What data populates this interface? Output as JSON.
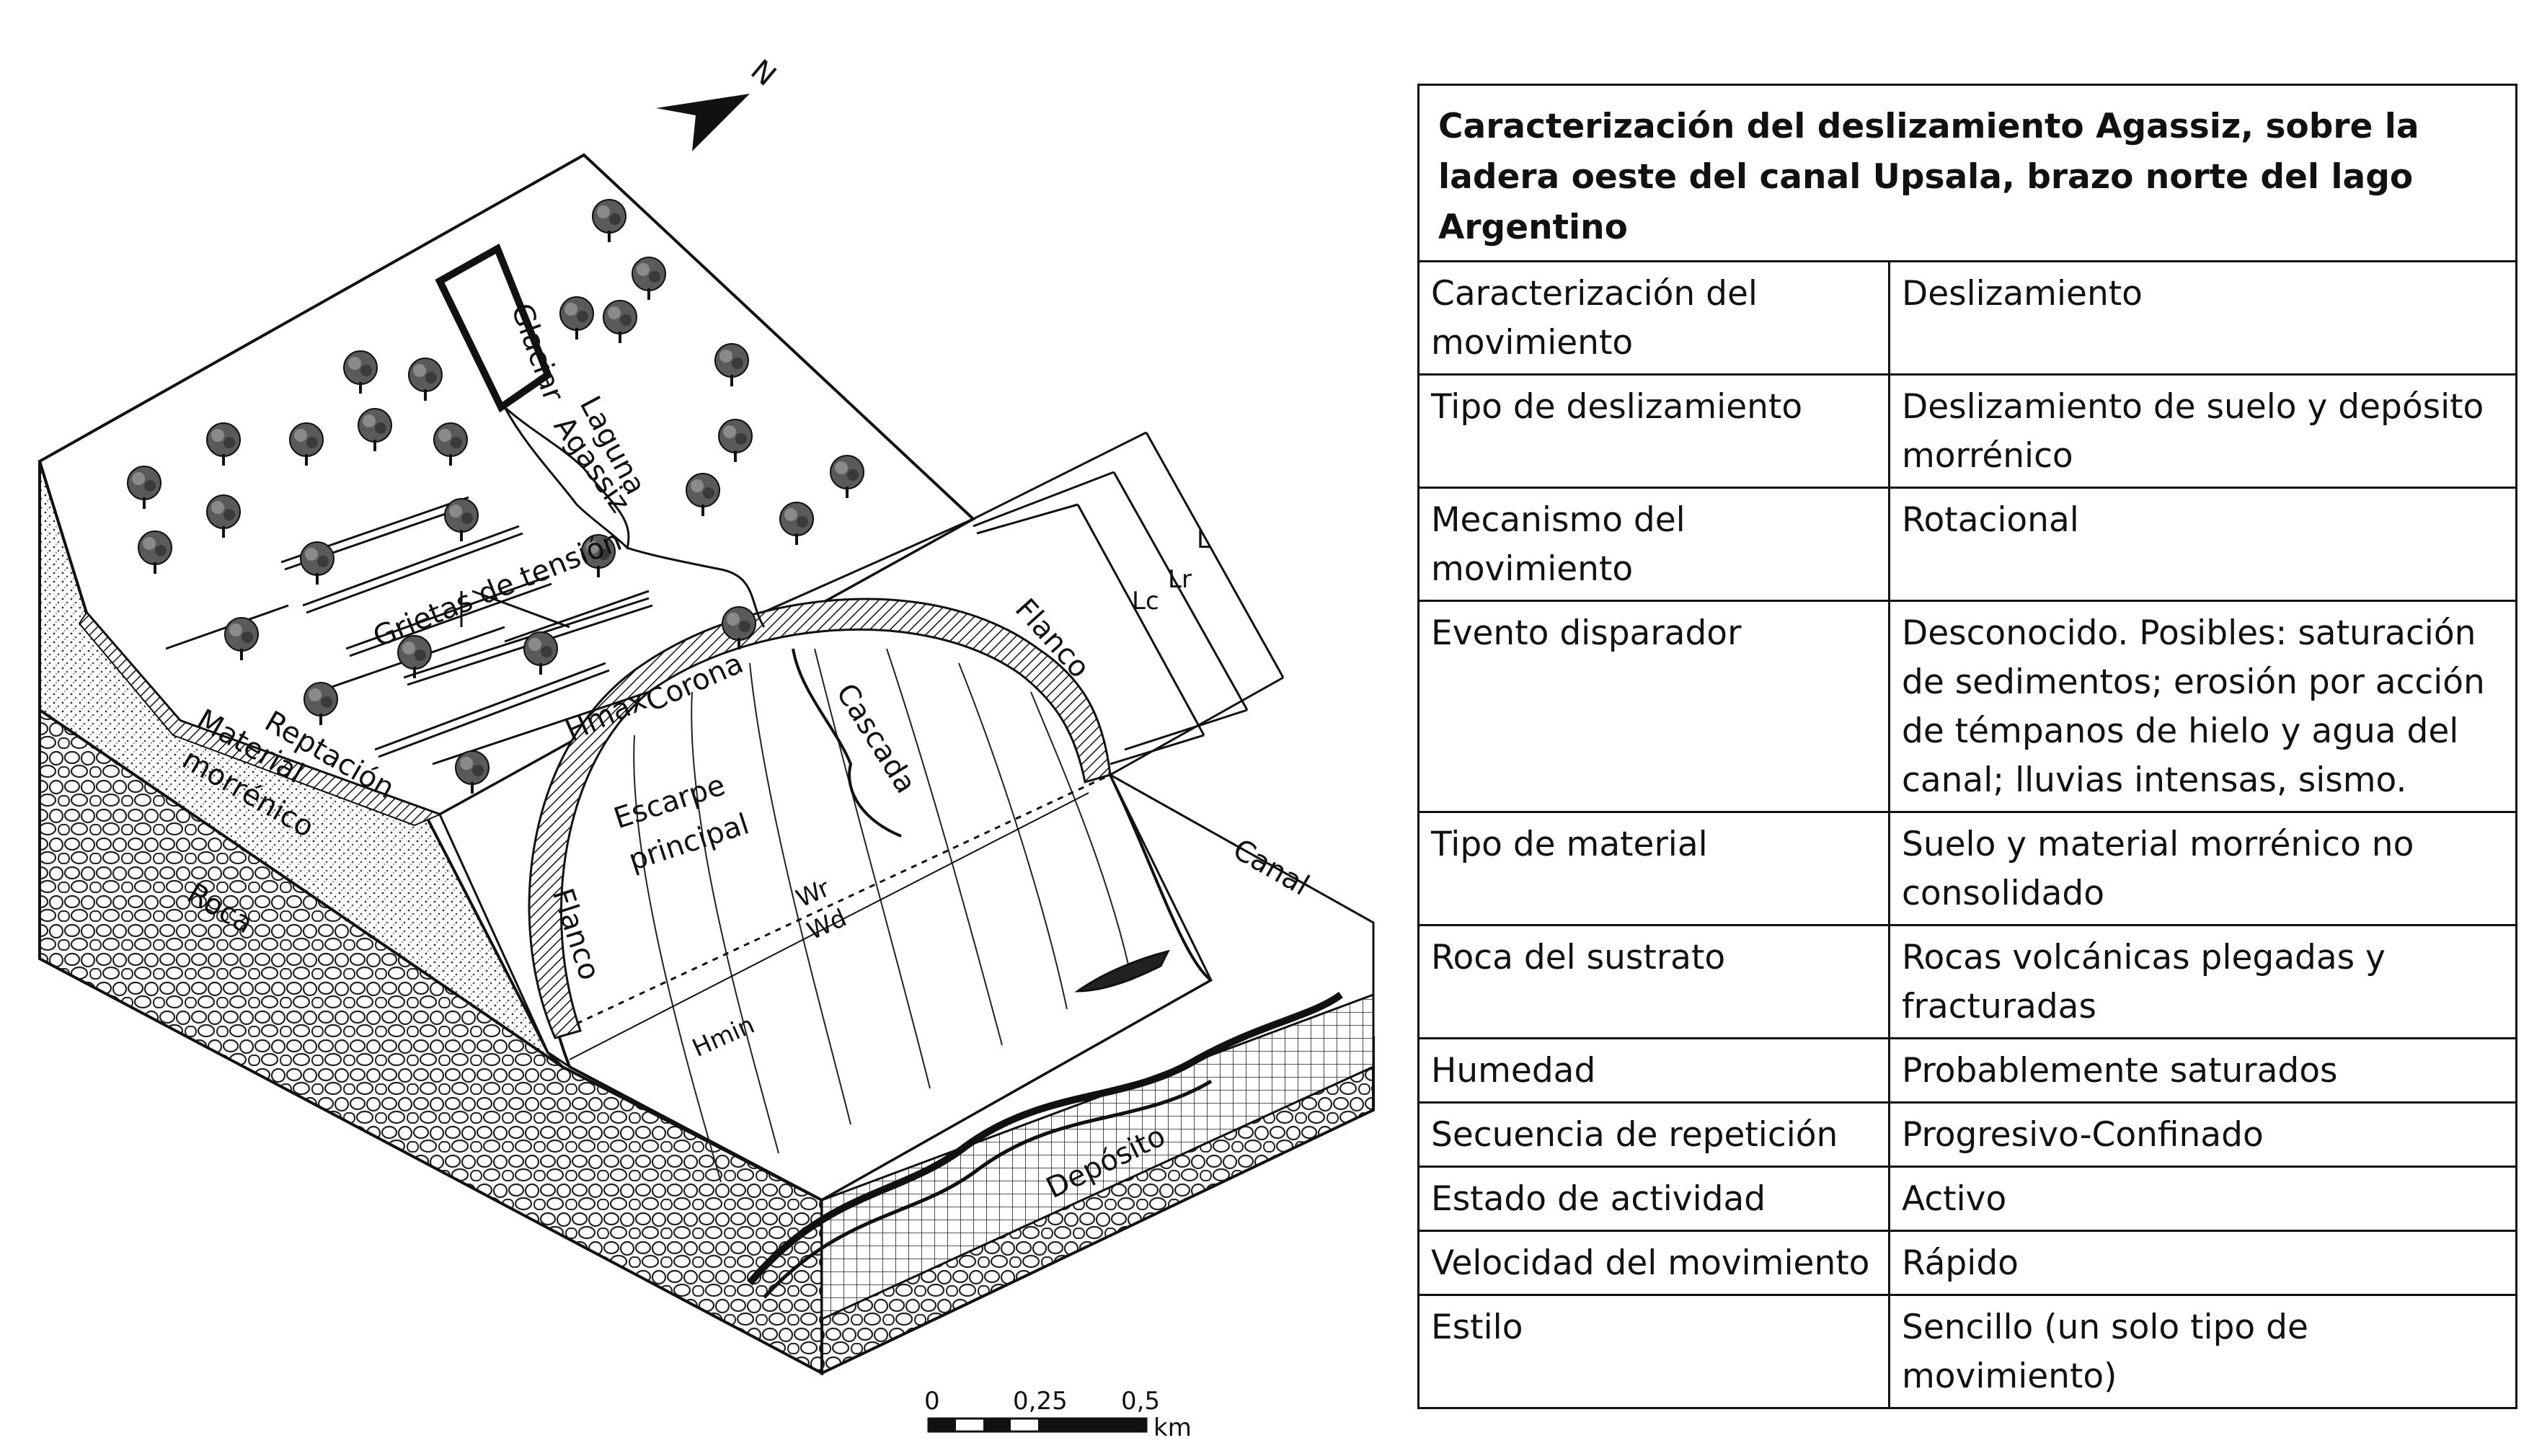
{
  "diagram": {
    "north": "N",
    "labels": {
      "glaciar": "Glaciar",
      "laguna": "Laguna",
      "agassiz": "Agassiz",
      "grietas": "Grietas de tensión",
      "corona": "Corona",
      "hmax": "Hmax",
      "reptacion": "Reptación",
      "material1": "Material",
      "material2": "morrénico",
      "roca": "Roca",
      "escarpe1": "Escarpe",
      "escarpe2": "principal",
      "cascada": "Cascada",
      "flanco_right": "Flanco",
      "flanco_left": "Flanco",
      "wr": "Wr",
      "wd": "Wd",
      "hmin": "Hmin",
      "canal": "Canal",
      "deposito": "Depósito",
      "l": "L",
      "lr": "Lr",
      "lc": "Lc"
    },
    "scale": {
      "t0": "0",
      "t1": "0,25",
      "t2": "0,5",
      "unit": "km"
    }
  },
  "table": {
    "title": "Caracterización del deslizamiento Agassiz, sobre la ladera oeste del canal Upsala, brazo norte del lago Argentino",
    "rows": [
      {
        "key": "Caracterización del movimiento",
        "value": "Deslizamiento"
      },
      {
        "key": "Tipo de deslizamiento",
        "value": "Deslizamiento de suelo y depósito morrénico"
      },
      {
        "key": "Mecanismo del movimiento",
        "value": "Rotacional"
      },
      {
        "key": "Evento disparador",
        "value": "Desconocido. Posibles: saturación de sedimentos; erosión por acción de témpanos de hielo y agua del canal; lluvias intensas, sismo."
      },
      {
        "key": "Tipo de material",
        "value": "Suelo y material morrénico no consolidado"
      },
      {
        "key": "Roca del sustrato",
        "value": "Rocas volcánicas plegadas y fracturadas"
      },
      {
        "key": "Humedad",
        "value": "Probablemente saturados"
      },
      {
        "key": "Secuencia de repetición",
        "value": "Progresivo-Confinado"
      },
      {
        "key": "Estado de actividad",
        "value": "Activo"
      },
      {
        "key": "Velocidad del movimiento",
        "value": "Rápido"
      },
      {
        "key": "Estilo",
        "value": "Sencillo (un solo tipo de movimiento)"
      }
    ]
  }
}
